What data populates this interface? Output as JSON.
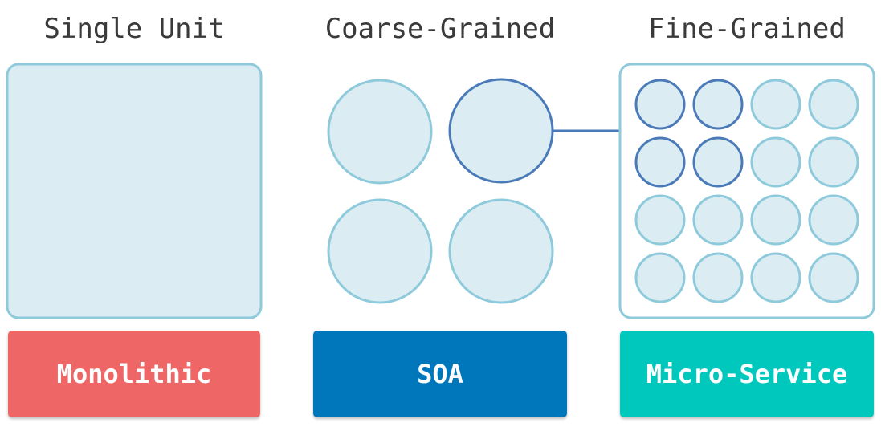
{
  "columns": [
    {
      "heading": "Single Unit",
      "label": "Monolithic"
    },
    {
      "heading": "Coarse-Grained",
      "label": "SOA"
    },
    {
      "heading": "Fine-Grained",
      "label": "Micro-Service"
    }
  ],
  "colors": {
    "fill": "#dbedf3",
    "stroke_light": "#8ecadb",
    "stroke_dark": "#4a7ab8",
    "arrow": "#4a7ab8",
    "monolithic": "#ee6666",
    "soa": "#0076bb",
    "microservice": "#00c8bc"
  }
}
